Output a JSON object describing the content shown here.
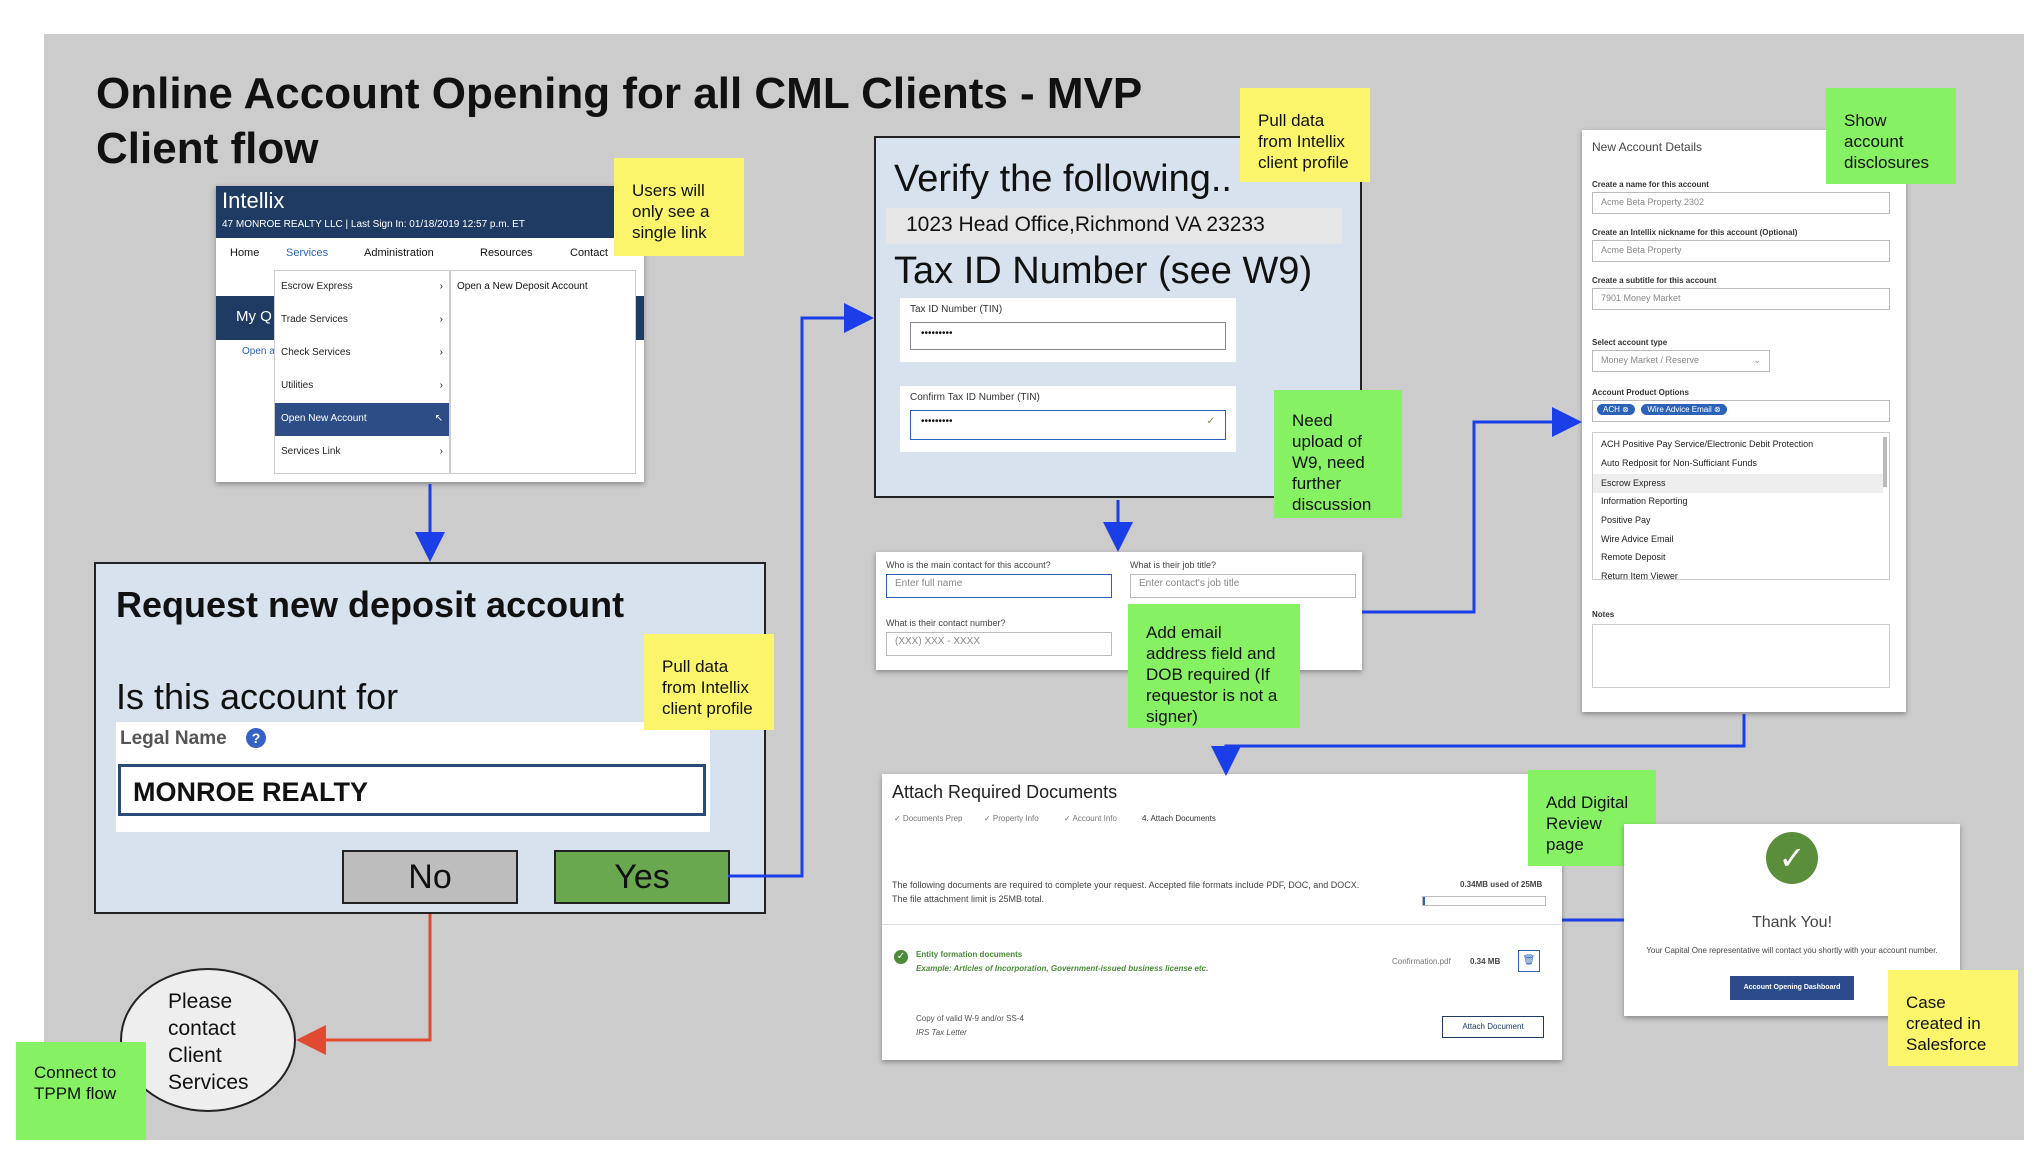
{
  "title": {
    "line1": "Online Account Opening for all CML Clients - MVP",
    "line2": "Client flow"
  },
  "colors": {
    "blue_arrow": "#1a3ee8",
    "red_arrow": "#e04a2f",
    "yellow_note": "#fbf56b",
    "green_note": "#86f162",
    "intellix_navy": "#1f3a63"
  },
  "notes": {
    "single_link": "Users will only see a single link",
    "pull_data_verify": "Pull data from Intellix client profile",
    "show_disclosures": "Show account disclosures",
    "need_upload": "Need upload of W9, need further discussion",
    "add_email": "Add email address field and DOB required (If requestor is not a signer)",
    "pull_data_request": "Pull data from Intellix client profile",
    "add_digital_review": "Add Digital Review page",
    "case_created": "Case created in Salesforce",
    "connect_tppm": "Connect to TPPM flow"
  },
  "intellix": {
    "brand": "Intellix",
    "subheader": "47 MONROE REALTY LLC  |  Last Sign In: 01/18/2019 12:57 p.m. ET",
    "nav": [
      "Home",
      "Services",
      "Administration",
      "Resources",
      "Contact"
    ],
    "menu": [
      "Escrow Express",
      "Trade Services",
      "Check Services",
      "Utilities",
      "Open New Account",
      "Services Link"
    ],
    "submenu": "Open a New Deposit Account",
    "behind_text": "My Q",
    "behind_text2": "Open a"
  },
  "verify": {
    "title": "Verify the following..",
    "address": "1023 Head Office,Richmond VA 23233",
    "tax_heading": "Tax ID Number (see W9)",
    "tin_label": "Tax ID Number (TIN)",
    "tin_value": "•••••••••",
    "confirm_label": "Confirm Tax ID Number (TIN)",
    "confirm_value": "•••••••••",
    "check": "✓"
  },
  "contact": {
    "main_q": "Who is the main contact for this account?",
    "main_ph": "Enter full name",
    "title_q": "What is their job title?",
    "title_ph": "Enter contact's job title",
    "phone_q": "What is their contact number?",
    "phone_ph": "(XXX) XXX - XXXX"
  },
  "request": {
    "title": "Request new deposit account",
    "question": "Is this account for",
    "legal_label": "Legal Name",
    "help": "?",
    "legal_value": "MONROE REALTY",
    "no": "No",
    "yes": "Yes"
  },
  "please_contact": "Please contact Client Services",
  "new_account": {
    "title": "New Account Details",
    "name_label": "Create a name for this account",
    "name_value": "Acme Beta Property 2302",
    "nick_label": "Create an Intellix nickname for this account (Optional)",
    "nick_value": "Acme Beta Property",
    "subtitle_label": "Create a subtitle for this account",
    "subtitle_value": "7901 Money Market",
    "type_label": "Select account type",
    "type_value": "Money Market / Reserve",
    "options_label": "Account Product Options",
    "chips": [
      "ACH",
      "Wire Advice Email"
    ],
    "options": [
      "ACH Positive Pay Service/Electronic Debit Protection",
      "Auto Redposit for Non-Sufficiant Funds",
      "Escrow Express",
      "Information Reporting",
      "Positive Pay",
      "Wire Advice Email",
      "Remote Deposit",
      "Return Item Viewer"
    ],
    "notes_label": "Notes"
  },
  "attach": {
    "title": "Attach Required Documents",
    "steps": [
      "✓ Documents Prep",
      "✓ Property Info",
      "✓ Account Info",
      "4. Attach Documents"
    ],
    "description": "The following documents are required to complete your request. Accepted file formats include PDF, DOC, and DOCX. The file attachment limit is 25MB total.",
    "usage": "0.34MB used of 25MB",
    "doc1_title": "Entity formation documents",
    "doc1_example": "Example: Articles of Incorporation, Government-issued business license etc.",
    "doc1_file": "Confirmation.pdf",
    "doc1_size": "0.34 MB",
    "doc2_title": "Copy of valid W-9 and/or SS-4",
    "doc2_sub": "IRS Tax Letter",
    "attach_button": "Attach Document"
  },
  "thankyou": {
    "title": "Thank You!",
    "message": "Your Capital One representative will contact you shortly with your account number.",
    "button": "Account Opening Dashboard",
    "check": "✓"
  }
}
